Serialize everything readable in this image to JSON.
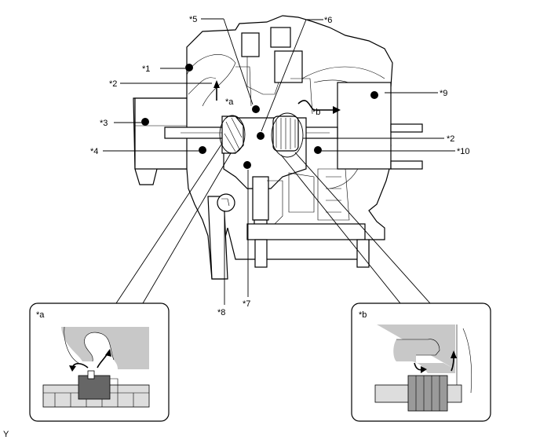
{
  "callouts": {
    "c1": "*1",
    "c2a": "*2",
    "c2b": "*2",
    "c3": "*3",
    "c4": "*4",
    "c5": "*5",
    "c6": "*6",
    "c7": "*7",
    "c8": "*8",
    "c9": "*9",
    "c10": "*10",
    "ca": "*a",
    "cb": "*b"
  },
  "insets": {
    "a_label": "*a",
    "b_label": "*b"
  },
  "footer": {
    "mark": "Y"
  }
}
